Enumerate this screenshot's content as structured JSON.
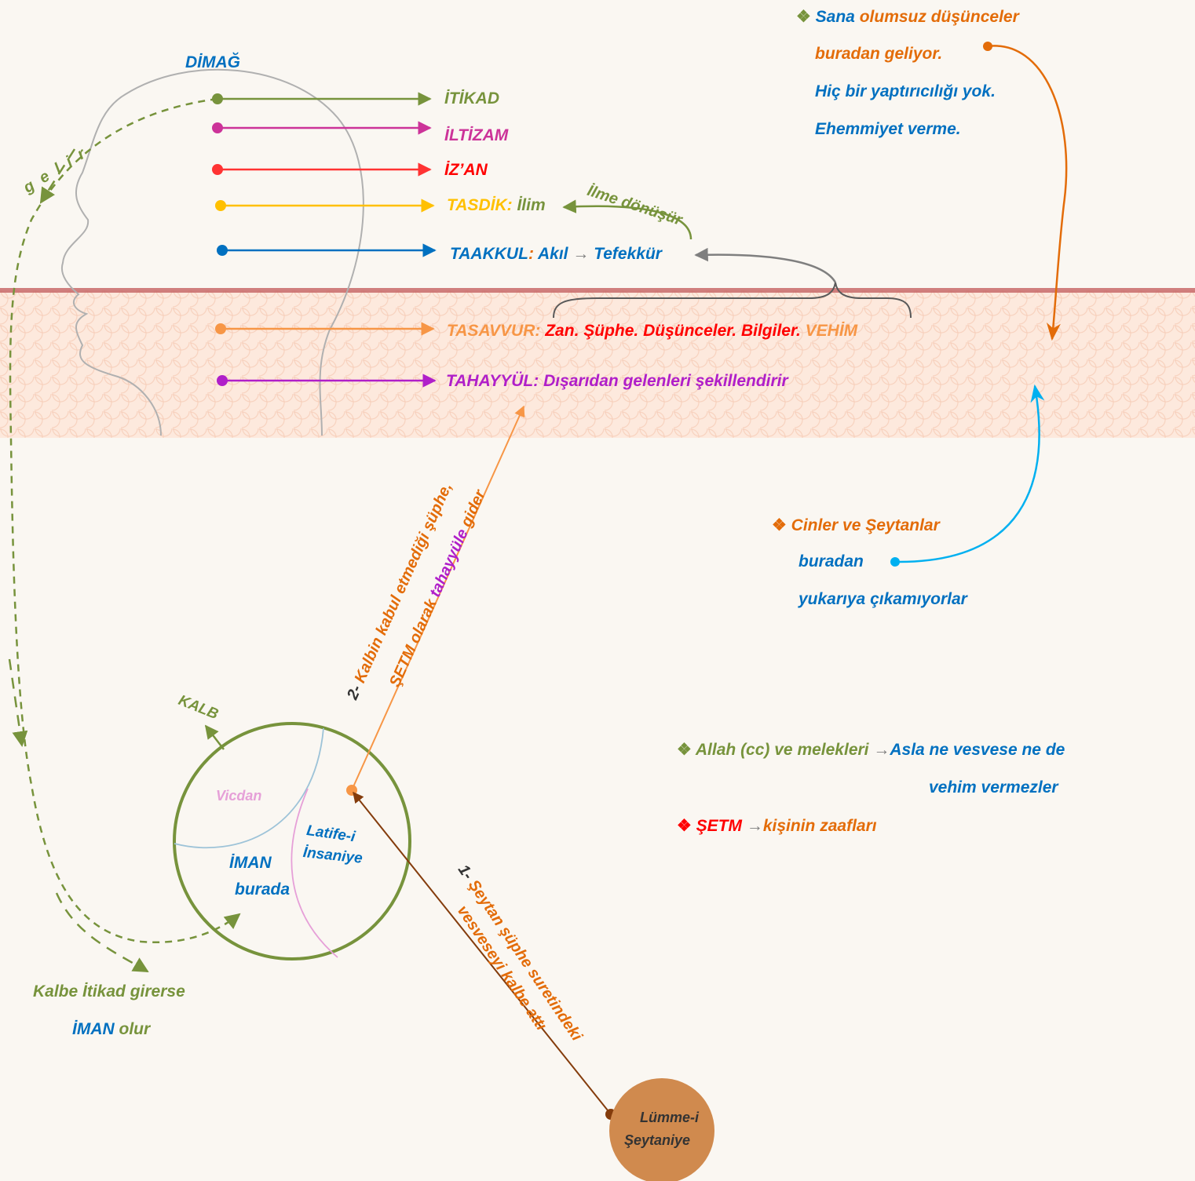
{
  "head": {
    "label": "DİMAĞ",
    "gelir": "g e l i r"
  },
  "faculties": [
    {
      "name": "İTİKAD",
      "color": "#77933c"
    },
    {
      "name": "İLTİZAM",
      "color": "#cc3399"
    },
    {
      "name": "İZ’AN",
      "color": "#ff3333"
    },
    {
      "name": "TASDİK:",
      "extra": "İlim",
      "color": "#ffc000"
    },
    {
      "name": "TAAKKUL",
      "sep": ":",
      "extra1": "Akıl",
      "extra2": "Tefekkür",
      "color": "#0070c0"
    },
    {
      "name": "TASAVVUR:",
      "extra": "Zan. Şüphe. Düşünceler. Bilgiler.",
      "extra2": "VEHİM",
      "color": "#f79646"
    },
    {
      "name": "TAHAYYÜL:",
      "extra": "Dışarıdan gelenleri şekillendirir",
      "color": "#b01fc9"
    }
  ],
  "ilme_donusur": "İlme dönüşür",
  "top_note": {
    "l1a": "Sana",
    "l1b": "olumsuz düşünceler",
    "l2": "buradan geliyor.",
    "l3": "Hiç bir yaptırıcılığı yok.",
    "l4": "Ehemmiyet verme."
  },
  "cinler_note": {
    "l1": "Cinler ve Şeytanlar",
    "l2": "buradan",
    "l3": "yukarıya  çıkamıyorlar"
  },
  "heart": {
    "label": "KALB",
    "vicdan": "Vicdan",
    "latife1": "Latife-i",
    "latife2": "İnsaniye",
    "iman1": "İMAN",
    "iman2": "burada"
  },
  "step2": {
    "line1a": "2-",
    "line1b": "Kalbin kabul etmediği  şüphe,",
    "line2a": "ŞETM olarak",
    "line2b": "tahayyüle",
    "line2c": "gider"
  },
  "step1": {
    "line1a": "1-",
    "line1b": "Şeytan  şüphe suretindeki",
    "line2": "vesveseyi kalbe attı"
  },
  "lumme": {
    "l1": "Lümme-i",
    "l2": "Şeytaniye"
  },
  "allah_note": {
    "a": "Allah (cc) ve melekleri",
    "arrow": "→",
    "b": "Asla  ne vesvese ne de",
    "c": "vehim vermezler"
  },
  "setm_note": {
    "a": "ŞETM",
    "arrow": "→",
    "b": "kişinin zaafları"
  },
  "kalbe_note": {
    "l1": "Kalbe İtikad girerse",
    "l2a": "İMAN",
    "l2b": "olur"
  },
  "icons": {
    "bullet": "diamond-bullet-icon",
    "arrow": "right-arrow-icon"
  },
  "colors": {
    "green": "#77933c",
    "blue": "#0070c0",
    "orange": "#e36c09",
    "brown": "#843c0c",
    "cyan": "#00b0f0",
    "band": "#fde9dd"
  }
}
